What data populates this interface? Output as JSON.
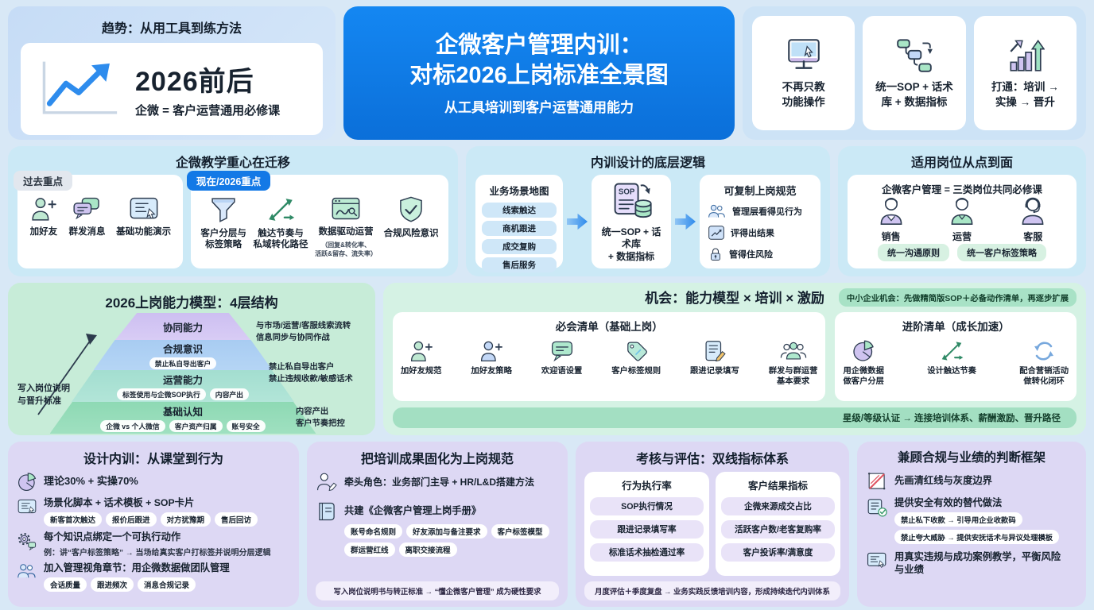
{
  "trend_panel": {
    "title": "趋势：从用工具到练方法",
    "big_text": "2026前后",
    "sub_text": "企微 = 客户运营通用必修课"
  },
  "header": {
    "title_line1": "企微客户管理内训：",
    "title_line2": "对标2026上岗标准全景图",
    "subtitle": "从工具培训到客户运营通用能力"
  },
  "benefits": {
    "items": [
      {
        "icon": "monitor-icon",
        "label": "不再只教\n功能操作"
      },
      {
        "icon": "flow-icon",
        "label": "统一SOP + 话术\n库 + 数据指标"
      },
      {
        "icon": "growth-icon",
        "label": "打通：培训 →\n实操 → 晋升"
      }
    ]
  },
  "shift_panel": {
    "title": "企微教学重心在迁移",
    "past": {
      "tag": "过去重点",
      "items": [
        {
          "icon": "person-add-icon",
          "label": "加好友"
        },
        {
          "icon": "chat-bubbles-icon",
          "label": "群发消息"
        },
        {
          "icon": "demo-screen-icon",
          "label": "基础功能演示"
        }
      ]
    },
    "now": {
      "tag": "现在/2026重点",
      "items": [
        {
          "icon": "funnel-icon",
          "label": "客户分层与\n标签策略"
        },
        {
          "icon": "route-icon",
          "label": "触达节奏与\n私域转化路径"
        },
        {
          "icon": "data-icon",
          "label": "数据驱动运营",
          "note": "（回复&转化率、\n活跃&留存、流失率）"
        },
        {
          "icon": "shield-check-icon",
          "label": "合规风险意识"
        }
      ]
    }
  },
  "logic_panel": {
    "title": "内训设计的底层逻辑",
    "scene_card": {
      "title": "业务场景地图",
      "pills": [
        "线索触达",
        "商机跟进",
        "成交复购",
        "售后服务"
      ]
    },
    "sop_card": {
      "icon": "sop-database-icon",
      "label": "统一SOP + 话术库\n+ 数据指标"
    },
    "norm_card": {
      "title": "可复制上岗规范",
      "items": [
        {
          "icon": "people-icon",
          "label": "管理层看得见行为"
        },
        {
          "icon": "chart-box-icon",
          "label": "评得出结果"
        },
        {
          "icon": "lock-icon",
          "label": "管得住风险"
        }
      ]
    }
  },
  "roles_panel": {
    "title": "适用岗位从点到面",
    "subtitle": "企微客户管理 = 三类岗位共同必修课",
    "roles": [
      {
        "icon": "sales-person-icon",
        "label": "销售"
      },
      {
        "icon": "ops-person-icon",
        "label": "运营"
      },
      {
        "icon": "service-person-icon",
        "label": "客服"
      }
    ],
    "pills": [
      "统一沟通原则",
      "统一客户标签策略"
    ]
  },
  "model_panel": {
    "title": "2026上岗能力模型：4层结构",
    "side_note": "写入岗位说明\n与晋升标准",
    "layers": [
      {
        "name": "协同能力",
        "note": "与市场/运营/客服线索流转\n信息同步与协同作战"
      },
      {
        "name": "合规意识",
        "pill": "禁止私自导出客户",
        "note": "禁止私自导出客户\n禁止违规收款/敏感话术"
      },
      {
        "name": "运营能力",
        "pill1": "标签使用与企微SOP执行",
        "pill2": "内容产出",
        "note": "内容产出\n客户节奏把控"
      },
      {
        "name": "基础认知",
        "pill1": "企微 vs 个人微信",
        "pill2": "客户资产归属",
        "pill3": "账号安全"
      }
    ]
  },
  "oppo_panel": {
    "title": "机会：能力模型 × 培训 × 激励",
    "smb_note": "中小企业机会：先做精简版SOP＋必备动作清单，再逐步扩展",
    "must_card": {
      "title": "必会清单（基础上岗）",
      "items": [
        {
          "icon": "person-add-icon",
          "label": "加好友规范"
        },
        {
          "icon": "person-add-icon",
          "label": "加好友策略"
        },
        {
          "icon": "welcome-bubble-icon",
          "label": "欢迎语设置"
        },
        {
          "icon": "tag-icon",
          "label": "客户标签规则"
        },
        {
          "icon": "record-note-icon",
          "label": "跟进记录填写"
        },
        {
          "icon": "group-icon",
          "label": "群发与群运营\n基本要求"
        }
      ]
    },
    "adv_card": {
      "title": "进阶清单（成长加速）",
      "items": [
        {
          "icon": "pie-icon",
          "label": "用企微数据\n做客户分层"
        },
        {
          "icon": "route-icon",
          "label": "设计触达节奏"
        },
        {
          "icon": "loop-icon",
          "label": "配合营销活动\n做转化闭环"
        }
      ]
    },
    "banner": "星级/等级认证 → 连接培训体系、薪酬激励、晋升路径"
  },
  "design_panel": {
    "title": "设计内训：从课堂到行为",
    "item1": {
      "icon": "pie-icon",
      "label": "理论30% + 实操70%"
    },
    "item2": {
      "icon": "script-screen-icon",
      "label": "场景化脚本 + 话术模板 + SOP卡片",
      "pills": [
        "新客首次触达",
        "报价后跟进",
        "对方犹豫期",
        "售后回访"
      ]
    },
    "item3": {
      "icon": "gear-icon",
      "label": "每个知识点绑定一个可执行动作",
      "note": "例：讲“客户标签策略” → 当场给真实客户打标签并说明分层逻辑"
    },
    "item4": {
      "icon": "team-icon",
      "label": "加入管理视角章节：用企微数据做团队管理",
      "pills": [
        "会话质量",
        "跟进频次",
        "消息合规记录"
      ]
    }
  },
  "solid_panel": {
    "title": "把培训成果固化为上岗规范",
    "lead_item": {
      "icon": "person-edit-icon",
      "label": "牵头角色：业务部门主导 + HR/L&D搭建方法"
    },
    "handbook_item": {
      "icon": "book-icon",
      "label": "共建《企微客户管理上岗手册》",
      "pills": [
        "账号命名规则",
        "好友添加与备注要求",
        "客户标签模型",
        "群运营红线",
        "离职交接流程"
      ]
    },
    "banner": "写入岗位说明书与转正标准 → “懂企微客户管理” 成为硬性要求"
  },
  "assess_panel": {
    "title": "考核与评估：双线指标体系",
    "behavior_card": {
      "title": "行为执行率",
      "pills": [
        "SOP执行情况",
        "跟进记录填写率",
        "标准话术抽检通过率"
      ]
    },
    "result_card": {
      "title": "客户结果指标",
      "pills": [
        "企微来源成交占比",
        "活跃客户数/老客复购率",
        "客户投诉率/满意度"
      ]
    },
    "banner": "月度评估＋季度复盘 → 业务实践反馈培训内容，形成持续迭代内训体系"
  },
  "comp_panel": {
    "title": "兼顾合规与业绩的判断框架",
    "item1": {
      "icon": "redline-icon",
      "label": "先画清红线与灰度边界"
    },
    "item2": {
      "icon": "check-note-icon",
      "label": "提供安全有效的替代做法",
      "pills": [
        "禁止私下收款 → 引导用企业收款码",
        "禁止夸大威胁 → 提供安抚话术与异议处理模板"
      ]
    },
    "item3": {
      "icon": "case-screen-icon",
      "label": "用真实违规与成功案例教学，平衡风险\n与业绩"
    }
  }
}
